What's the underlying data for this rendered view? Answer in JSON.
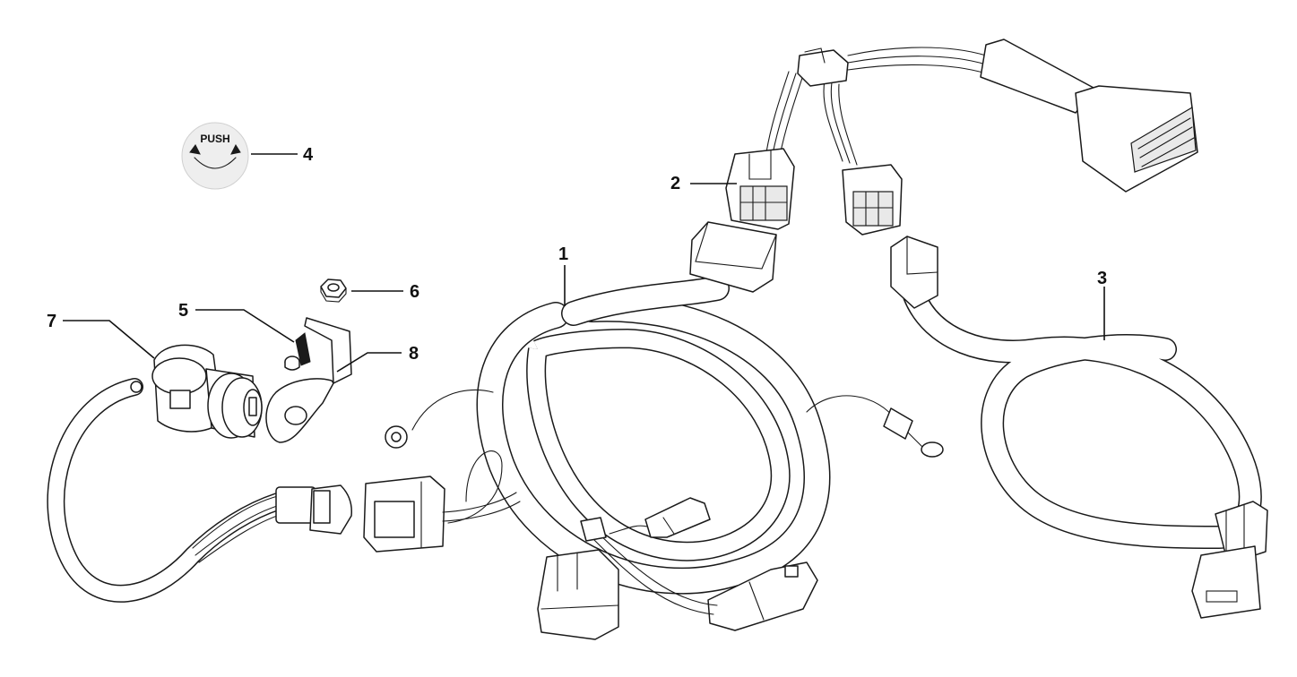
{
  "diagram": {
    "callouts": [
      {
        "id": "1",
        "label": "1"
      },
      {
        "id": "2",
        "label": "2"
      },
      {
        "id": "3",
        "label": "3"
      },
      {
        "id": "4",
        "label": "4"
      },
      {
        "id": "5",
        "label": "5"
      },
      {
        "id": "6",
        "label": "6"
      },
      {
        "id": "7",
        "label": "7"
      },
      {
        "id": "8",
        "label": "8"
      }
    ],
    "push_cap_text": "PUSH",
    "colors": {
      "line": "#1a1a1a",
      "cap_fill": "#eeeeee",
      "background": "#ffffff"
    }
  }
}
